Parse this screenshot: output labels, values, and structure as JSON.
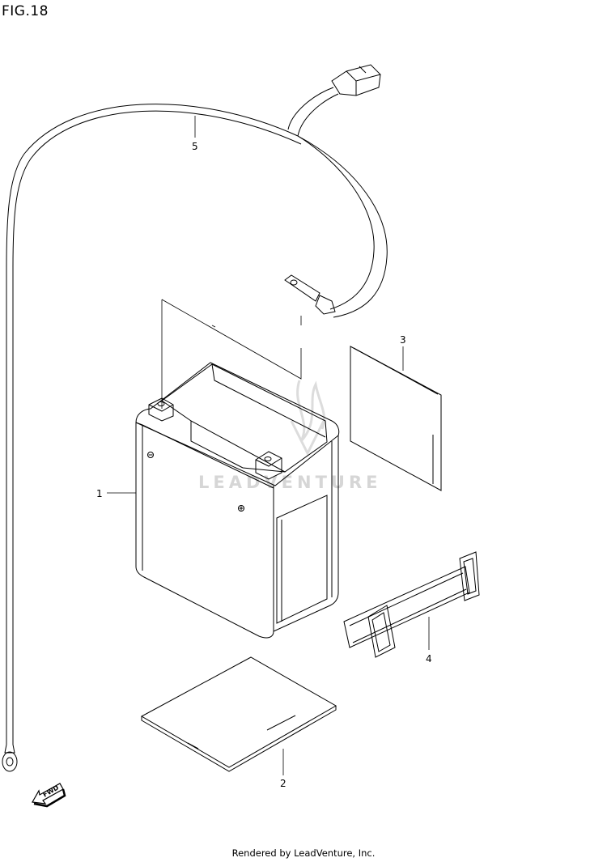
{
  "figure": {
    "title": "FIG.18"
  },
  "callouts": {
    "battery": "1",
    "pad": "2",
    "sheet": "3",
    "band": "4",
    "cable": "5"
  },
  "direction_marker": {
    "label": "FWD",
    "icon": "fwd-arrow-icon"
  },
  "watermark": {
    "text": "LEADVENTURE"
  },
  "footer": {
    "text": "Rendered by LeadVenture, Inc."
  }
}
